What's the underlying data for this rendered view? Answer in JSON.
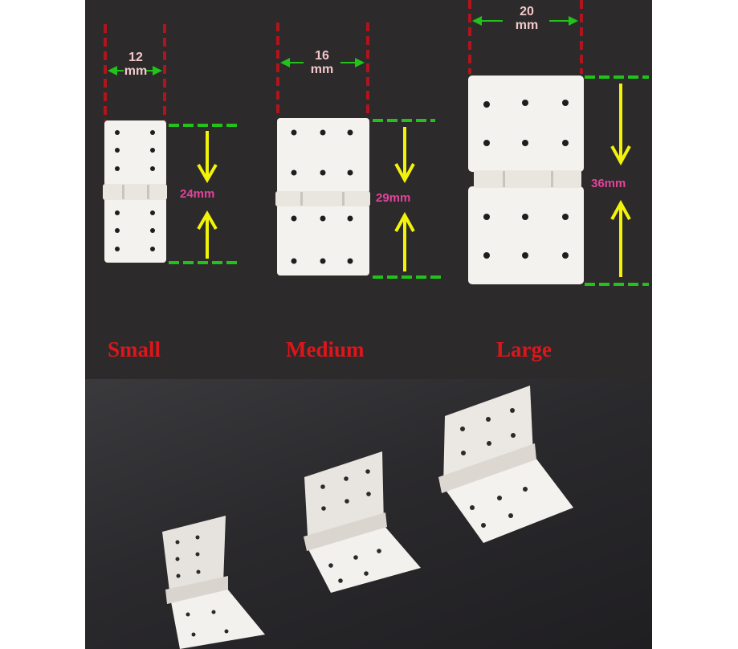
{
  "hinges": [
    {
      "name": "Small",
      "width_value": "12",
      "width_unit": "mm",
      "height_label": "24mm"
    },
    {
      "name": "Medium",
      "width_value": "16",
      "width_unit": "mm",
      "height_label": "29mm"
    },
    {
      "name": "Large",
      "width_value": "20",
      "width_unit": "mm",
      "height_label": "36mm"
    }
  ],
  "colors": {
    "background": "#2c2a2b",
    "hinge": "#f4f2ee",
    "width_marker": "#b0141c",
    "height_marker": "#22c21a",
    "arrow": "#f2f20a",
    "size_label": "#e0151a",
    "height_label": "#e0449a",
    "width_label": "#f2c8cc"
  }
}
